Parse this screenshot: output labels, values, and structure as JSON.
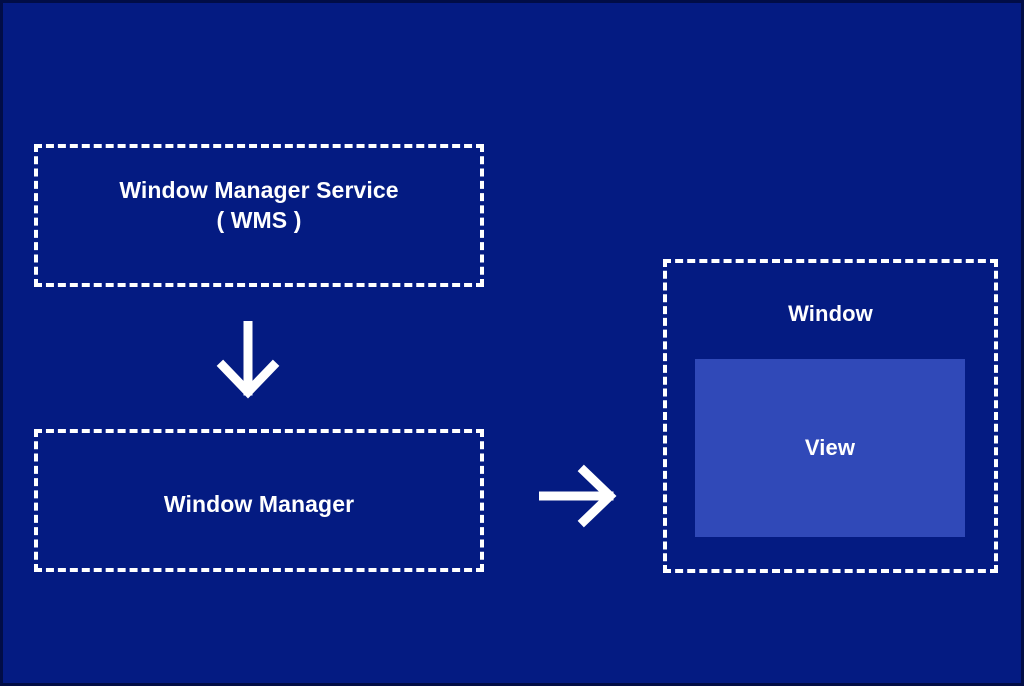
{
  "diagram": {
    "title": "Android Window Manager architecture diagram",
    "background_color": "#041b82",
    "accent_color": "#3049b8",
    "stroke_color": "#ffffff",
    "nodes": [
      {
        "id": "wms",
        "label": "Window Manager Service\n( WMS )",
        "style": "dashed-outline"
      },
      {
        "id": "window-manager",
        "label": "Window Manager",
        "style": "dashed-outline"
      },
      {
        "id": "window",
        "label": "Window",
        "style": "dashed-outline"
      },
      {
        "id": "view",
        "label": "View",
        "style": "filled-rectangle"
      }
    ],
    "edges": [
      {
        "id": "wms-to-window-manager",
        "from": "wms",
        "to": "window-manager",
        "direction": "down",
        "icon": "arrow-down-icon"
      },
      {
        "id": "window-manager-to-window",
        "from": "window-manager",
        "to": "window",
        "direction": "right",
        "icon": "arrow-right-icon"
      }
    ]
  }
}
